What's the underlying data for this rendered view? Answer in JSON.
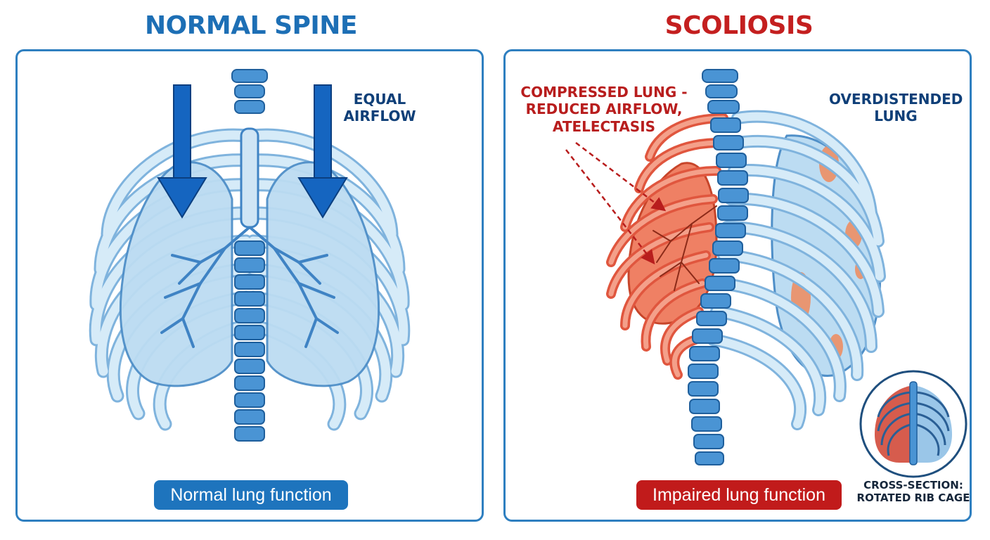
{
  "titles": {
    "left": "NORMAL SPINE",
    "right": "SCOLIOSIS"
  },
  "left_panel": {
    "callout": {
      "line1": "EQUAL",
      "line2": "AIRFLOW"
    },
    "status": "Normal lung function"
  },
  "right_panel": {
    "callout_compressed": {
      "line1": "COMPRESSED LUNG -",
      "line2": "REDUCED AIRFLOW,",
      "line3": "ATELECTASIS"
    },
    "callout_overdistended": {
      "line1": "OVERDISTENDED",
      "line2": "LUNG"
    },
    "status": "Impaired lung function",
    "inset_caption": {
      "line1": "CROSS-SECTION:",
      "line2": "ROTATED RIB CAGE"
    }
  },
  "colors": {
    "normal_title": "#1d6fb5",
    "scoliosis_title": "#c41f1f",
    "panel_border": "#2e7fc0",
    "lung_blue": "#bcdcf2",
    "rib_blue": "#d6ebf8",
    "spine_blue": "#4a94d4",
    "arrow_blue": "#1565c0",
    "compressed_red": "#ef8064",
    "callout_red": "#b81d1d"
  },
  "icons": [
    "down-arrow-icon",
    "callout-arrow-icon"
  ]
}
